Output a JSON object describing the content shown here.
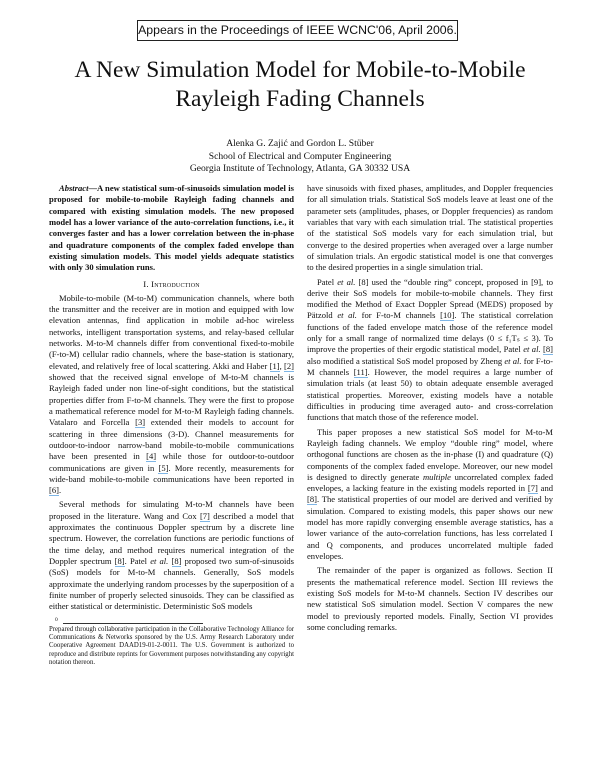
{
  "header": {
    "venue": "Appears in the Proceedings of IEEE WCNC'06, April 2006."
  },
  "title": {
    "line1": "A New Simulation Model for Mobile-to-Mobile",
    "line2": "Rayleigh Fading Channels"
  },
  "authors": {
    "names": "Alenka G. Zajić and Gordon L. Stüber",
    "department": "School of Electrical and Computer Engineering",
    "institution": "Georgia Institute of Technology, Atlanta, GA 30332 USA"
  },
  "abstract": {
    "label": "Abstract",
    "dash": "—",
    "text": "A new statistical sum-of-sinusoids simulation model is proposed for mobile-to-mobile Rayleigh fading channels and compared with existing simulation models. The new proposed model has a lower variance of the auto-correlation functions, i.e., it converges faster and has a lower correlation between the in-phase and quadrature components of the complex faded envelope than existing simulation models. This model yields adequate statistics with only 30 simulation runs."
  },
  "section1": {
    "number": "I.",
    "heading": "Introduction"
  },
  "left_column": {
    "p1": {
      "a": "Mobile-to-mobile (M-to-M) communication channels, where both the transmitter and the receiver are in motion and equipped with low elevation antennas, find application in mobile ad-hoc wireless networks, intelligent transportation systems, and relay-based cellular networks. M-to-M channels differ from conventional fixed-to-mobile (F-to-M) cellular radio channels, where the base-station is stationary, elevated, and relatively free of local scattering. Akki and Haber ",
      "c1": "[1]",
      "b": ", ",
      "c2": "[2]",
      "c": " showed that the received signal envelope of M-to-M channels is Rayleigh faded under non line-of-sight conditions, but the statistical properties differ from F-to-M channels. They were the first to propose a mathematical reference model for M-to-M Rayleigh fading channels. Vatalaro and Forcella ",
      "c3": "[3]",
      "d": " extended their models to account for scattering in three dimensions (3-D). Channel measurements for outdoor-to-indoor narrow-band mobile-to-mobile communications have been presented in ",
      "c4": "[4]",
      "e": " while those for outdoor-to-outdoor communications are given in ",
      "c5": "[5]",
      "f": ". More recently, measurements for wide-band mobile-to-mobile communications have been reported in ",
      "c6": "[6]",
      "g": "."
    },
    "p2": {
      "a": "Several methods for simulating M-to-M channels have been proposed in the literature. Wang and Cox ",
      "c7": "[7]",
      "b": " described a model that approximates the continuous Doppler spectrum by a discrete line spectrum. However, the correlation functions are periodic functions of the time delay, and method requires numerical integration of the Doppler spectrum ",
      "c8a": "[8]",
      "c": ". Patel ",
      "etal": "et al.",
      "c8b": "[8]",
      "d": " proposed two sum-of-sinusoids (SoS) models for M-to-M channels. Generally, SoS models approximate the underlying random processes by the superposition of a finite number of properly selected sinusoids. They can be classified as either statistical or deterministic. Deterministic SoS models"
    },
    "footnote": {
      "marker": "0",
      "text": "Prepared through collaborative participation in the Collaborative Technology Alliance for Communications & Networks sponsored by the U.S. Army Research Laboratory under Cooperative Agreement DAAD19-01-2-0011. The U.S. Government is authorized to reproduce and distribute reprints for Government purposes notwithstanding any copyright notation thereon."
    }
  },
  "right_column": {
    "p1": "have sinusoids with fixed phases, amplitudes, and Doppler frequencies for all simulation trials. Statistical SoS models leave at least one of the parameter sets (amplitudes, phases, or Doppler frequencies) as random variables that vary with each simulation trial. The statistical properties of the statistical SoS models vary for each simulation trial, but converge to the desired properties when averaged over a large number of simulation trials. An ergodic statistical model is one that converges to the desired properties in a single simulation trial.",
    "p2": {
      "a": "Patel ",
      "etal1": "et al.",
      "b": " [8] used the “double ring” concept, proposed in [9], to derive their SoS models for mobile-to-mobile channels. They first modified the Method of Exact Doppler Spread (MEDS) proposed by Pätzold ",
      "etal2": "et al.",
      "c": " for F-to-M channels ",
      "c10": "[10]",
      "d": ". The statistical correlation functions of the faded envelope match those of the reference model only for a small range of normalized time delays (0 ≤ f₁Tₛ ≤ 3). To improve the properties of their ergodic statistical model, Patel ",
      "etal3": "et al.",
      "e": " ",
      "c8": "[8]",
      "f": " also modified a statistical SoS model proposed by Zheng ",
      "etal4": "et al.",
      "g": " for F-to-M channels ",
      "c11": "[11]",
      "h": ". However, the model requires a large number of simulation trials (at least 50) to obtain adequate ensemble averaged statistical properties. Moreover, existing models have a notable difficulties in producing time averaged auto- and cross-correlation functions that match those of the reference model."
    },
    "p3": {
      "a": "This paper proposes a new statistical SoS model for M-to-M Rayleigh fading channels. We employ “double ring” model, where orthogonal functions are chosen as the in-phase (I) and quadrature (Q) components of the complex faded envelope. Moreover, our new model is designed to directly generate ",
      "multiple": "multiple",
      "b": " uncorrelated complex faded envelopes, a lacking feature in the existing models reported in ",
      "c7": "[7]",
      "c": " and ",
      "c8": "[8]",
      "d": ". The statistical properties of our model are derived and verified by simulation. Compared to existing models, this paper shows our new model has more rapidly converging ensemble average statistics, has a lower variance of the auto-correlation functions, has less correlated I and Q components, and produces uncorrelated multiple faded envelopes."
    },
    "p4": "The remainder of the paper is organized as follows. Section II presents the mathematical reference model. Section III reviews the existing SoS models for M-to-M channels. Section IV describes our new statistical SoS simulation model. Section V compares the new model to previously reported models. Finally, Section VI provides some concluding remarks."
  },
  "colors": {
    "text": "#111111",
    "citation_underline": "#7fb6e6",
    "background": "#ffffff"
  }
}
